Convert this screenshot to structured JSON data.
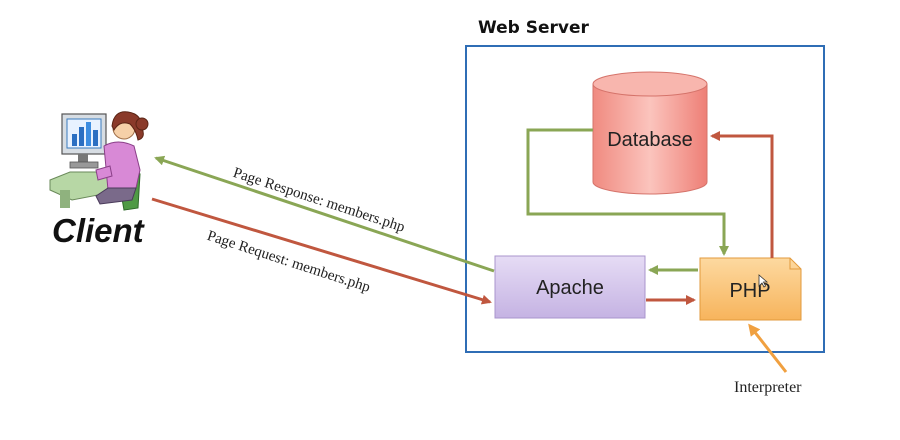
{
  "web_server": {
    "title": "Web Server"
  },
  "client": {
    "label": "Client"
  },
  "nodes": {
    "database": "Database",
    "apache": "Apache",
    "php": "PHP"
  },
  "arrows": {
    "response": "Page Response: members.php",
    "request": "Page Request: members.php",
    "interpreter": "Interpreter"
  },
  "colors": {
    "server_border": "#2f6db5",
    "response_arrow": "#8aa655",
    "request_arrow": "#c0573f",
    "interpreter_arrow": "#f0a040",
    "database_fill": "#f49a92",
    "apache_fill": "#d6c8ec",
    "php_fill": "#fbc77e"
  }
}
